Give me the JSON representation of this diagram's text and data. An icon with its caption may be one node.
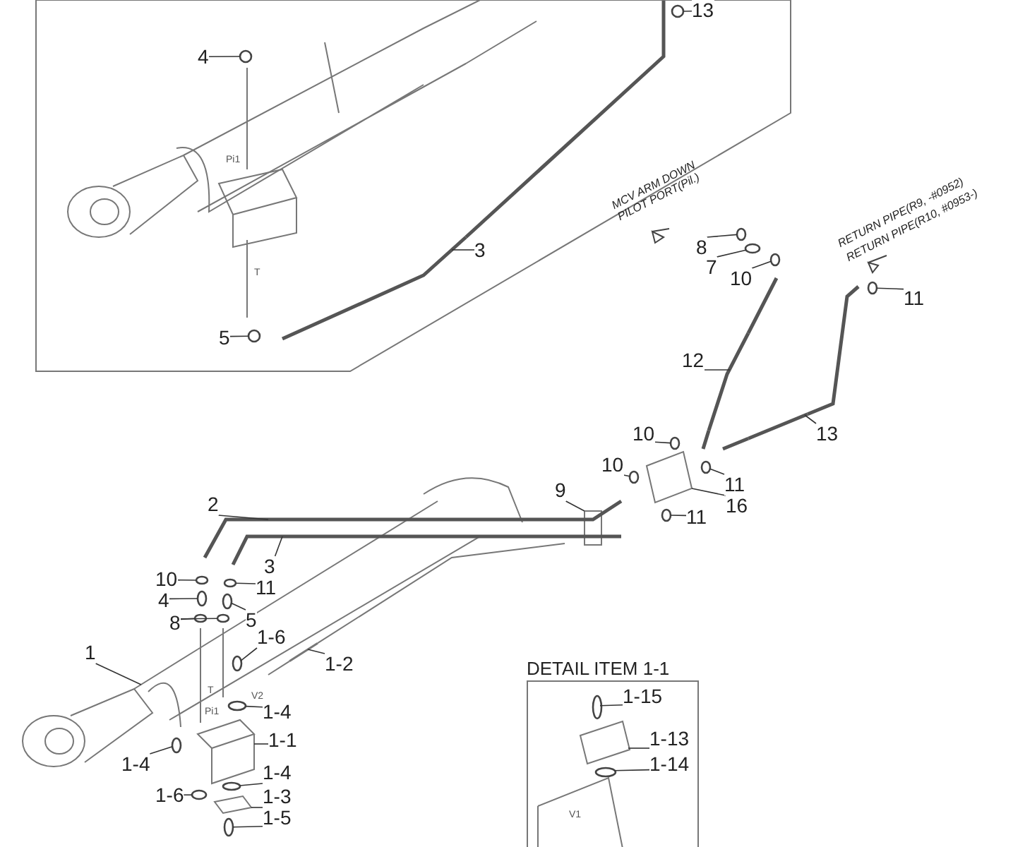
{
  "diagram": {
    "nodes": [
      {
        "text": [],
        "shape": "box"
      },
      {
        "text": [
          "4"
        ],
        "in": 0
      },
      {
        "text": [
          "5"
        ],
        "in": 0
      },
      {
        "text": [
          "3"
        ],
        "in": 0
      },
      {
        "text": [
          "13"
        ],
        "in": 0
      },
      {
        "text": [
          "8"
        ]
      },
      {
        "text": [
          "7"
        ]
      },
      {
        "text": [
          "10"
        ]
      },
      {
        "text": [
          "11"
        ]
      },
      {
        "text": [
          "12"
        ]
      },
      {
        "text": [
          "13"
        ]
      },
      {
        "text": [
          "10"
        ]
      },
      {
        "text": [
          "10"
        ]
      },
      {
        "text": [
          "9"
        ]
      },
      {
        "text": [
          "11"
        ]
      },
      {
        "text": [
          "16"
        ]
      },
      {
        "text": [
          "11"
        ]
      },
      {
        "text": [
          "2"
        ]
      },
      {
        "text": [
          "3"
        ]
      },
      {
        "text": [
          "10"
        ]
      },
      {
        "text": [
          "4"
        ]
      },
      {
        "text": [
          "11"
        ]
      },
      {
        "text": [
          "8"
        ]
      },
      {
        "text": [
          "5"
        ]
      },
      {
        "text": [
          "1-6"
        ]
      },
      {
        "text": [
          "1"
        ]
      },
      {
        "text": [
          "1-2"
        ]
      },
      {
        "text": [
          "1-4"
        ]
      },
      {
        "text": [
          "1-1"
        ]
      },
      {
        "text": [
          "1-4"
        ]
      },
      {
        "text": [
          "1-4"
        ]
      },
      {
        "text": [
          "1-6"
        ]
      },
      {
        "text": [
          "1-3"
        ]
      },
      {
        "text": [
          "1-5"
        ]
      },
      {
        "text": [
          "DETAIL ITEM 1-1"
        ]
      },
      {
        "text": [
          "1-15"
        ],
        "in": 34
      },
      {
        "text": [
          "1-13"
        ],
        "in": 34
      },
      {
        "text": [
          "1-14"
        ],
        "in": 34
      },
      {
        "text": [],
        "shape": "picture",
        "in": 0
      },
      {
        "text": [],
        "shape": "circle",
        "in": 0
      },
      {
        "text": [],
        "shape": "circle",
        "in": 0
      },
      {
        "text": [],
        "shape": "circle",
        "in": 0
      },
      {
        "text": [],
        "shape": "circle"
      },
      {
        "text": [],
        "shape": "circle"
      },
      {
        "text": [],
        "shape": "circle"
      },
      {
        "text": [],
        "shape": "circle"
      },
      {
        "text": [],
        "shape": "picture"
      },
      {
        "text": [],
        "shape": "picture"
      },
      {
        "text": [],
        "shape": "circle"
      },
      {
        "text": [],
        "shape": "circle"
      },
      {
        "text": [],
        "shape": "box"
      },
      {
        "text": [],
        "shape": "circle"
      },
      {
        "text": [],
        "shape": "picture"
      },
      {
        "text": [],
        "shape": "circle"
      },
      {
        "text": [],
        "shape": "picture"
      },
      {
        "text": [],
        "shape": "picture"
      },
      {
        "text": [],
        "shape": "circle"
      },
      {
        "text": [],
        "shape": "circle"
      },
      {
        "text": [],
        "shape": "circle"
      },
      {
        "text": [],
        "shape": "circle"
      },
      {
        "text": [],
        "shape": "circle"
      },
      {
        "text": [],
        "shape": "circle"
      },
      {
        "text": [],
        "shape": "circle"
      },
      {
        "text": [],
        "shape": "picture"
      },
      {
        "text": [],
        "shape": "picture"
      },
      {
        "text": [],
        "shape": "circle"
      },
      {
        "text": [],
        "shape": "picture"
      },
      {
        "text": [],
        "shape": "circle"
      },
      {
        "text": [],
        "shape": "circle"
      },
      {
        "text": [],
        "shape": "circle"
      },
      {
        "text": [],
        "shape": "picture"
      },
      {
        "text": [],
        "shape": "circle"
      },
      {
        "text": [],
        "shape": "circle",
        "in": 34
      },
      {
        "text": [],
        "shape": "picture",
        "in": 34
      },
      {
        "text": [],
        "shape": "circle",
        "in": 34
      }
    ],
    "edges": [
      {
        "from": 1,
        "to": 40,
        "arrow": "none"
      },
      {
        "from": 2,
        "to": 41,
        "arrow": "none"
      },
      {
        "from": 3,
        "to": 38,
        "arrow": "none"
      },
      {
        "from": 4,
        "to": 39,
        "arrow": "none"
      },
      {
        "from": 5,
        "to": 42,
        "arrow": "none"
      },
      {
        "from": 6,
        "to": 43,
        "arrow": "none"
      },
      {
        "from": 7,
        "to": 44,
        "arrow": "none"
      },
      {
        "from": 8,
        "to": 45,
        "arrow": "none"
      },
      {
        "from": 9,
        "to": 46,
        "arrow": "none"
      },
      {
        "from": 10,
        "to": 47,
        "arrow": "none"
      },
      {
        "from": 11,
        "to": 48,
        "arrow": "none"
      },
      {
        "from": 12,
        "to": 49,
        "arrow": "none"
      },
      {
        "from": 13,
        "to": 50,
        "arrow": "none"
      },
      {
        "from": 14,
        "to": 51,
        "arrow": "none"
      },
      {
        "from": 15,
        "to": 52,
        "arrow": "none"
      },
      {
        "from": 16,
        "to": 53,
        "arrow": "none"
      },
      {
        "from": 17,
        "to": 54,
        "arrow": "none"
      },
      {
        "from": 18,
        "to": 55,
        "arrow": "none"
      },
      {
        "from": 19,
        "to": 56,
        "arrow": "none"
      },
      {
        "from": 20,
        "to": 57,
        "arrow": "none"
      },
      {
        "from": 21,
        "to": 58,
        "arrow": "none"
      },
      {
        "from": 22,
        "to": 59,
        "arrow": "none"
      },
      {
        "from": 22,
        "to": 60,
        "arrow": "none"
      },
      {
        "from": 23,
        "to": 61,
        "arrow": "none"
      },
      {
        "from": 24,
        "to": 62,
        "arrow": "none"
      },
      {
        "from": 25,
        "to": 63,
        "arrow": "none"
      },
      {
        "from": 26,
        "to": 64,
        "arrow": "none"
      },
      {
        "from": 27,
        "to": 65,
        "arrow": "none"
      },
      {
        "from": 28,
        "to": 66,
        "arrow": "none"
      },
      {
        "from": 29,
        "to": 67,
        "arrow": "none"
      },
      {
        "from": 30,
        "to": 68,
        "arrow": "none"
      },
      {
        "from": 31,
        "to": 69,
        "arrow": "none"
      },
      {
        "from": 32,
        "to": 70,
        "arrow": "none"
      },
      {
        "from": 33,
        "to": 71,
        "arrow": "none"
      },
      {
        "from": 35,
        "to": 72,
        "arrow": "none"
      },
      {
        "from": 36,
        "to": 73,
        "arrow": "none"
      },
      {
        "from": 37,
        "to": 74,
        "arrow": "none"
      }
    ],
    "labels": [
      "MCV ARM DOWN PILOT PORT(Pil.)",
      "RETURN PIPE(R9, -#0952)",
      "RETURN PIPE(R10, #0953-)",
      "Pi1",
      "T",
      "Pi1",
      "T",
      "V2",
      "V1"
    ]
  }
}
